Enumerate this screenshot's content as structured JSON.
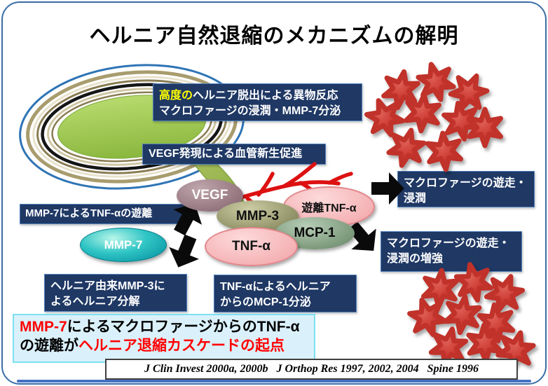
{
  "slide": {
    "title": "ヘルニア自然退縮のメカニズムの解明"
  },
  "callouts": {
    "foreign_body": {
      "line1_em": "高度の",
      "line1": "ヘルニア脱出による異物反応",
      "line2": "マクロファージの浸潤・MMP-7分泌"
    },
    "vegf_expression": "VEGF発現による血管新生促進",
    "mmp7_release": "MMP-7によるTNF-αの遊離",
    "migration": {
      "line1": "マクロファージの遊走・",
      "line2": "浸潤"
    },
    "migration_enhanced": {
      "line1": "マクロファージの遊走・",
      "line2": "浸潤の増強"
    },
    "mmp3_degradation": {
      "line1": "ヘルニア由来MMP-3に",
      "line2": "よるヘルニア分解"
    },
    "mcp1_secretion": {
      "line1": "TNF-αによるヘルニア",
      "line2": "からのMCP-1分泌"
    }
  },
  "molecules": {
    "vegf": "VEGF",
    "mmp3": "MMP-3",
    "free_tnf_alpha": "遊離TNF-α",
    "mcp1": "MCP-1",
    "tnf_alpha": "TNF-α",
    "mmp7": "MMP-7"
  },
  "conclusion": {
    "line1_red": "MMP-7",
    "line1_black": "によるマクロファージからのTNF-α",
    "line2_black": "の遊離が",
    "line2_red": "ヘルニア退縮カスケードの起点"
  },
  "citation": {
    "text": "J Clin Invest 2000a, 2000b   J Orthop Res 1997, 2002, 2004   Spine 1996"
  },
  "diagram": {
    "macrophage_clusters": [
      {
        "position": "top-right",
        "count": 9
      },
      {
        "position": "bottom-right",
        "count": 9
      }
    ],
    "colors": {
      "navy_box": "#1f3864",
      "navy_box_border": "#4f81bd",
      "highlight_yellow": "#ffff00",
      "emphasis_red": "#ff0000",
      "conclusion_bg": "#daf1fb",
      "conclusion_border": "#7ce0f0",
      "macrophage_red": "#c9302f",
      "vessel_red": "#dd1111",
      "nucleus_green": "#9cc34f",
      "mmp7_teal": "#00a0a8",
      "pink_oval": "#f5b3b6",
      "olive_oval": "#8c8d62",
      "sage_oval": "#789677",
      "mauve_oval": "#977881",
      "slide_border_blue": "#3a6ea5",
      "bottom_bar_blue": "#4472c4"
    }
  }
}
